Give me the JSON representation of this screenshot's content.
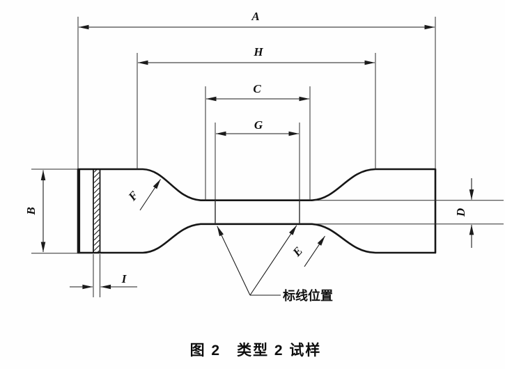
{
  "figure": {
    "caption": "图 2　类型 2 试样",
    "gauge_position_label": "标线位置",
    "dimensions": {
      "a": "A",
      "h": "H",
      "c": "C",
      "g": "G",
      "b": "B",
      "d": "D",
      "e": "E",
      "f": "F",
      "i": "I"
    },
    "colors": {
      "line": "#161616",
      "background": "#fefefe"
    }
  }
}
